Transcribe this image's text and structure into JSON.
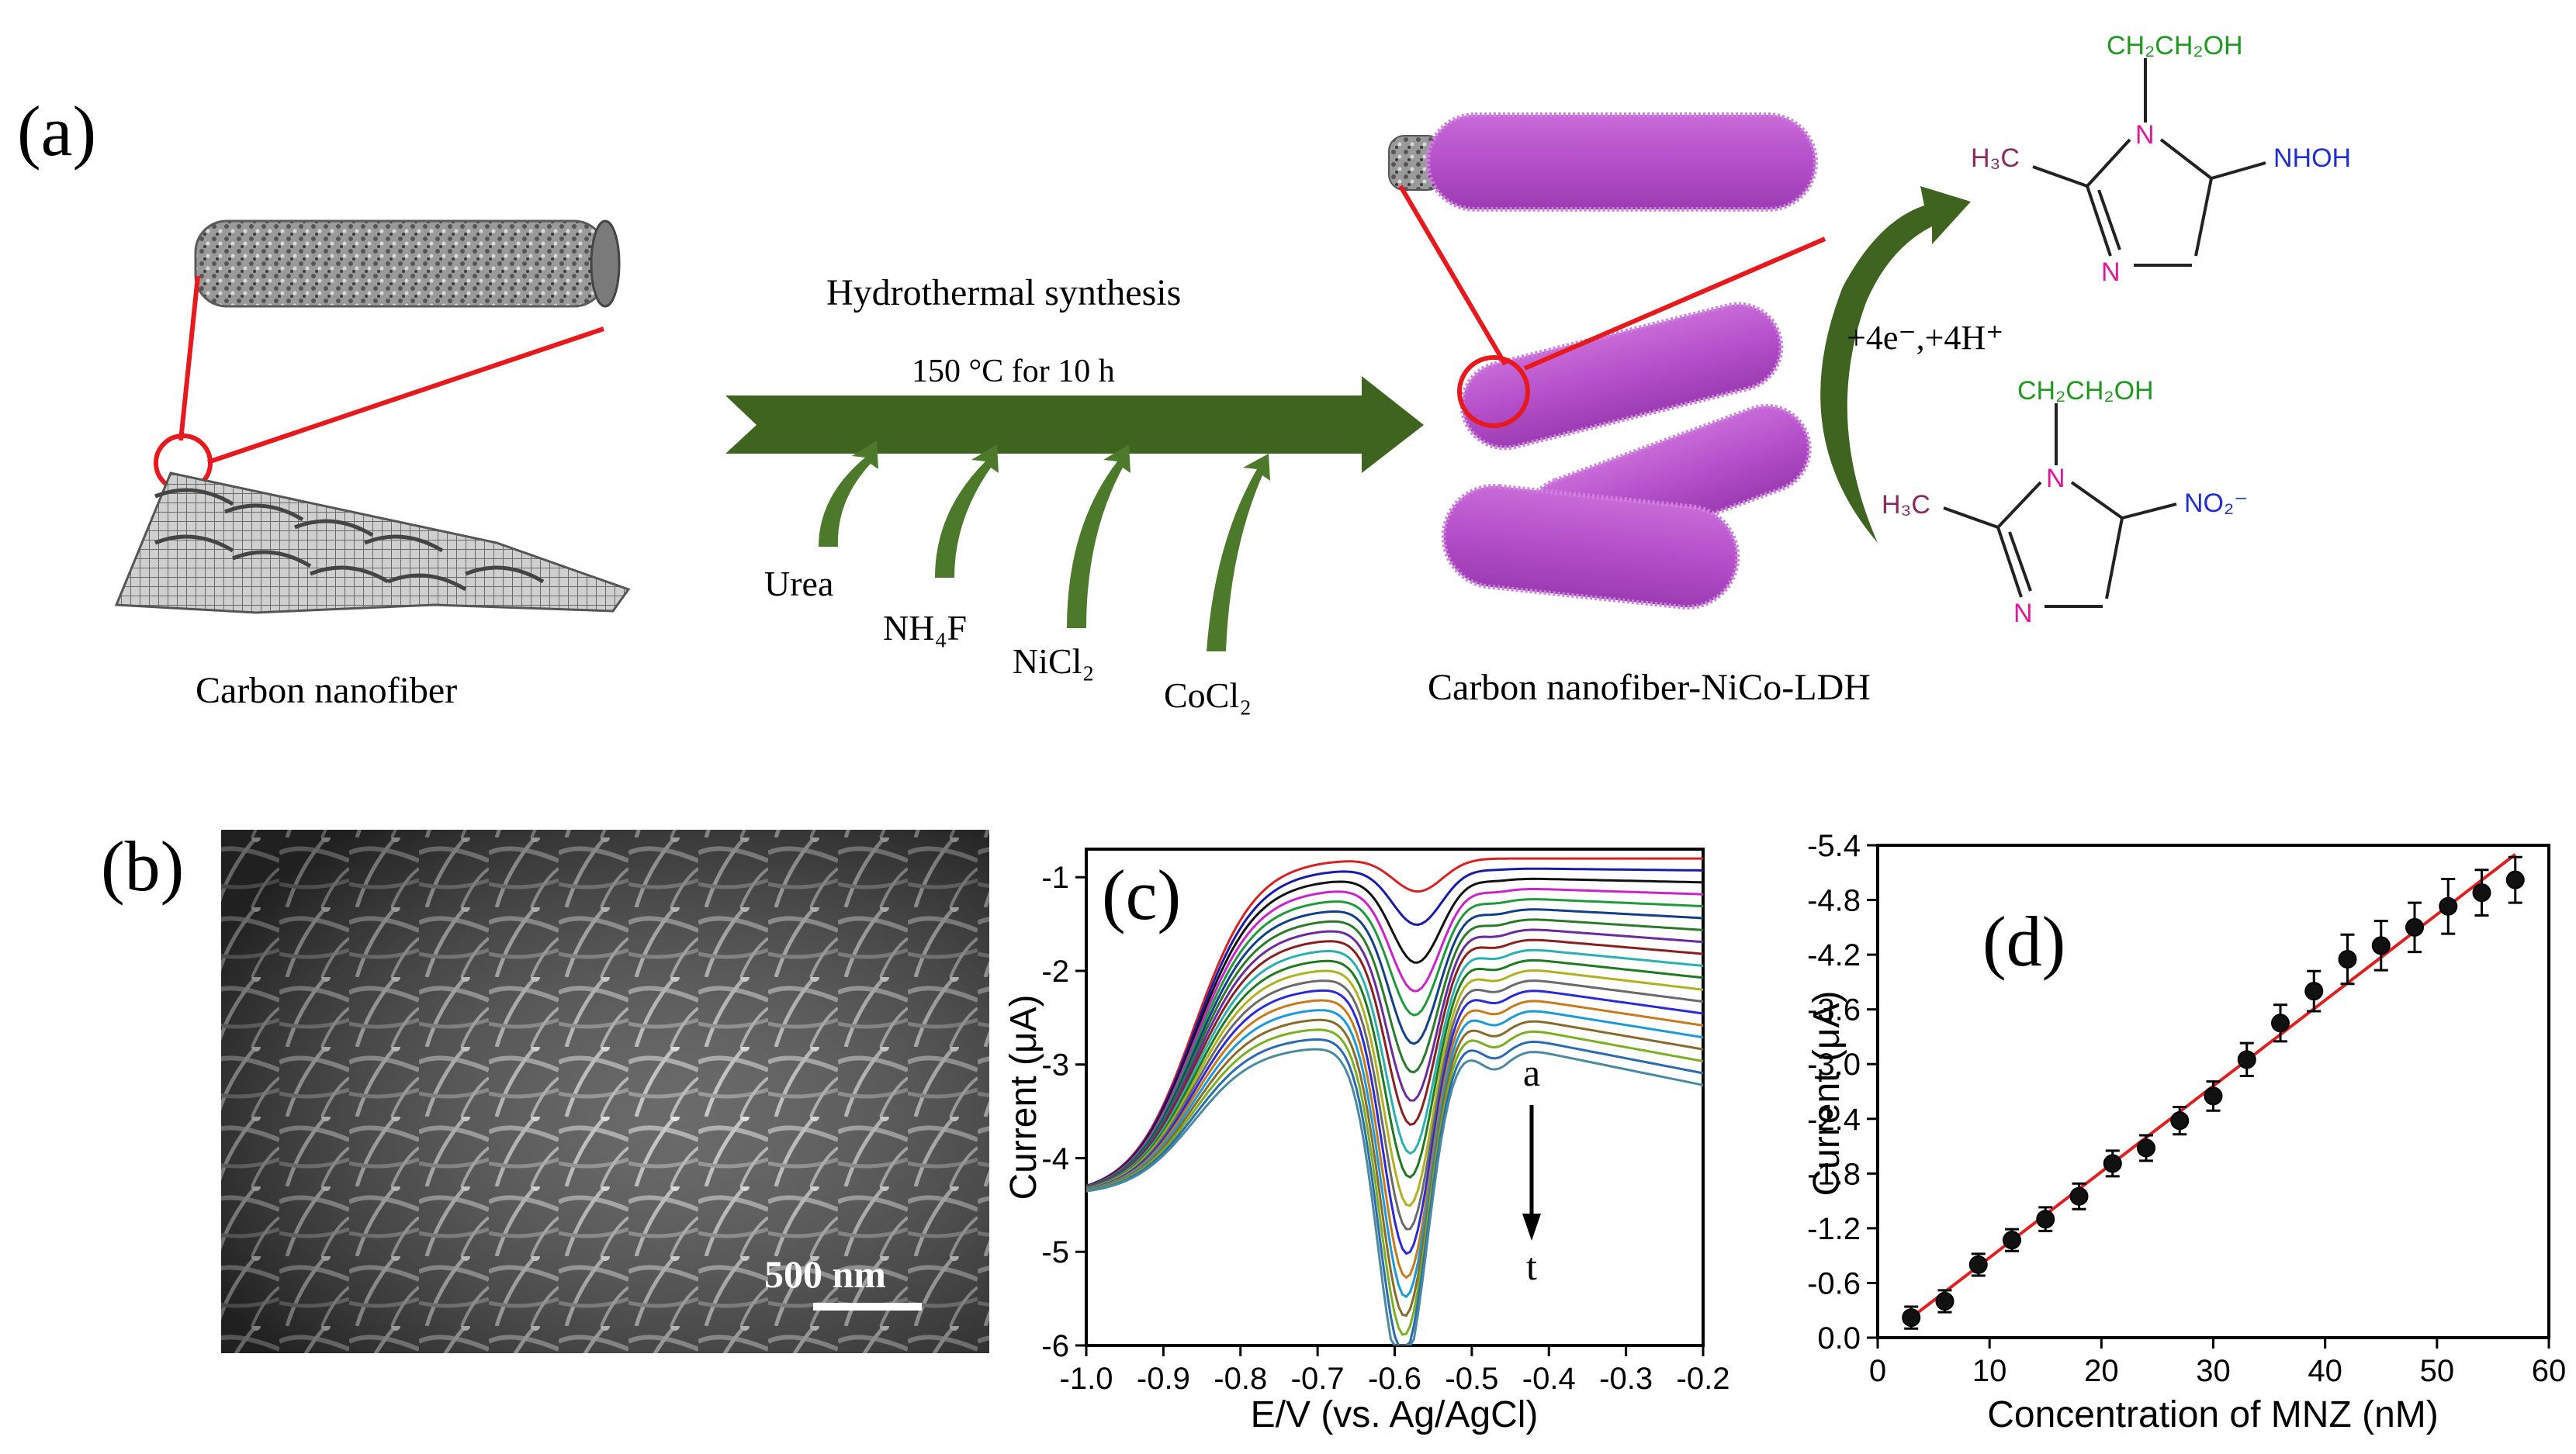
{
  "panel_a": {
    "label": "(a)",
    "left_caption": "Carbon nanofiber",
    "right_caption": "Carbon nanofiber-NiCo-LDH",
    "process": "Hydrothermal  synthesis",
    "conditions": "150 °C for  10 h",
    "reagents": [
      "Urea",
      "NH₄F",
      "NiCl₂",
      "CoCl₂"
    ],
    "reaction": "+4e⁻,+4H⁺",
    "product": {
      "substituent": "CH₂CH₂OH",
      "methyl": "H₃C",
      "group": "NHOH",
      "n1": "N",
      "n2": "N"
    },
    "reactant": {
      "substituent": "CH₂CH₂OH",
      "methyl": "H₃C",
      "group": "NO₂⁻",
      "n1": "N",
      "n2": "N"
    },
    "colors": {
      "arrow": "#3f6420",
      "link": "#e8191c",
      "ldh": "#b44fc9",
      "subst": "#1f9a1f",
      "n_atom": "#e0179d",
      "methyl": "#8a2a60",
      "group": "#2030d0"
    }
  },
  "panel_b": {
    "label": "(b)",
    "scale_text": "500 nm"
  },
  "panel_c": {
    "label": "(c)",
    "xlabel": "E/V (vs. Ag/AgCl)",
    "ylabel": "Current (μA)",
    "arrow_start": "a",
    "arrow_end": "t"
  },
  "panel_d": {
    "label": "(d)",
    "xlabel": "Concentration of MNZ (nM)",
    "ylabel": "Current (μA)"
  },
  "chart_data": [
    {
      "type": "line",
      "panel": "(c)",
      "xlabel": "E/V (vs. Ag/AgCl)",
      "ylabel": "Current (μA)",
      "xlim": [
        -1.0,
        -0.2
      ],
      "ylim": [
        -6.0,
        -0.7
      ],
      "x_ticks": [
        -1.0,
        -0.9,
        -0.8,
        -0.7,
        -0.6,
        -0.5,
        -0.4,
        -0.3,
        -0.2
      ],
      "y_ticks": [
        -1,
        -2,
        -3,
        -4,
        -5,
        -6
      ],
      "peak_potential": -0.57,
      "curve_count": 20,
      "series_colors": [
        "#d62222",
        "#1a1aa8",
        "#111111",
        "#cc22cc",
        "#1f9a3a",
        "#123f8a",
        "#2a7a2a",
        "#6a2aa0",
        "#8a1f1f",
        "#2ab0b0",
        "#1f7a1f",
        "#b0b020",
        "#6a6a6a",
        "#2a2ad8",
        "#c87a1a",
        "#1a9ad8",
        "#8a6a2a",
        "#7ab020",
        "#2a6ab0",
        "#4a8aa0"
      ],
      "peak_depths": [
        0.35,
        0.6,
        0.9,
        1.1,
        1.25,
        1.45,
        1.65,
        1.85,
        2.0,
        2.2,
        2.35,
        2.55,
        2.7,
        2.85,
        3.0,
        3.1,
        3.2,
        3.3,
        3.4,
        3.5
      ]
    },
    {
      "type": "scatter",
      "panel": "(d)",
      "xlabel": "Concentration of MNZ (nM)",
      "ylabel": "Current (μA)",
      "xlim": [
        0,
        60
      ],
      "ylim": [
        0.0,
        -5.4
      ],
      "x_ticks": [
        0,
        10,
        20,
        30,
        40,
        50,
        60
      ],
      "y_ticks": [
        0.0,
        -0.6,
        -1.2,
        -1.8,
        -2.4,
        -3.0,
        -3.6,
        -4.2,
        -4.8,
        -5.4
      ],
      "x": [
        3,
        6,
        9,
        12,
        15,
        18,
        21,
        24,
        27,
        30,
        33,
        36,
        39,
        42,
        45,
        48,
        51,
        54,
        57
      ],
      "y": [
        -0.22,
        -0.4,
        -0.8,
        -1.07,
        -1.3,
        -1.55,
        -1.91,
        -2.08,
        -2.38,
        -2.65,
        -3.05,
        -3.45,
        -3.8,
        -4.15,
        -4.3,
        -4.5,
        -4.73,
        -4.88,
        -5.02
      ],
      "error": [
        0.12,
        0.12,
        0.12,
        0.12,
        0.13,
        0.14,
        0.14,
        0.14,
        0.15,
        0.16,
        0.18,
        0.2,
        0.22,
        0.27,
        0.27,
        0.27,
        0.3,
        0.25,
        0.25
      ],
      "fit_line": {
        "x": [
          3,
          57
        ],
        "y": [
          -0.22,
          -5.3
        ],
        "color": "#e02020"
      }
    }
  ]
}
